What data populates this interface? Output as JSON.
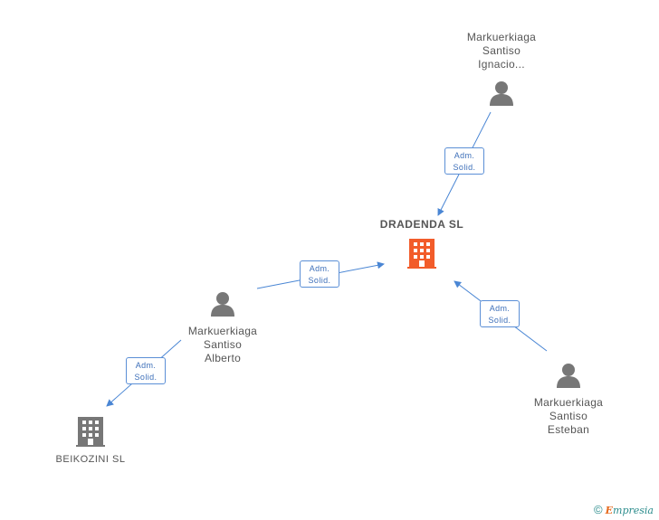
{
  "nodes": {
    "dradenda": {
      "label": "DRADENDA SL",
      "color": "#f25c2a"
    },
    "ignacio": {
      "lines": [
        "Markuerkiaga",
        "Santiso",
        "Ignacio..."
      ]
    },
    "alberto": {
      "lines": [
        "Markuerkiaga",
        "Santiso",
        "Alberto"
      ]
    },
    "esteban": {
      "lines": [
        "Markuerkiaga",
        "Santiso",
        "Esteban"
      ]
    },
    "beikozini": {
      "label": "BEIKOZINI SL",
      "color": "#777777"
    }
  },
  "edges": [
    {
      "from": "ignacio",
      "to": "dradenda",
      "label": [
        "Adm.",
        "Solid."
      ]
    },
    {
      "from": "alberto",
      "to": "dradenda",
      "label": [
        "Adm.",
        "Solid."
      ]
    },
    {
      "from": "esteban",
      "to": "dradenda",
      "label": [
        "Adm.",
        "Solid."
      ]
    },
    {
      "from": "alberto",
      "to": "beikozini",
      "label": [
        "Adm.",
        "Solid."
      ]
    }
  ],
  "colors": {
    "edge": "#4a86d4",
    "person": "#777777"
  },
  "watermark": {
    "symbol": "©",
    "initial": "E",
    "brand": "mpresia"
  }
}
